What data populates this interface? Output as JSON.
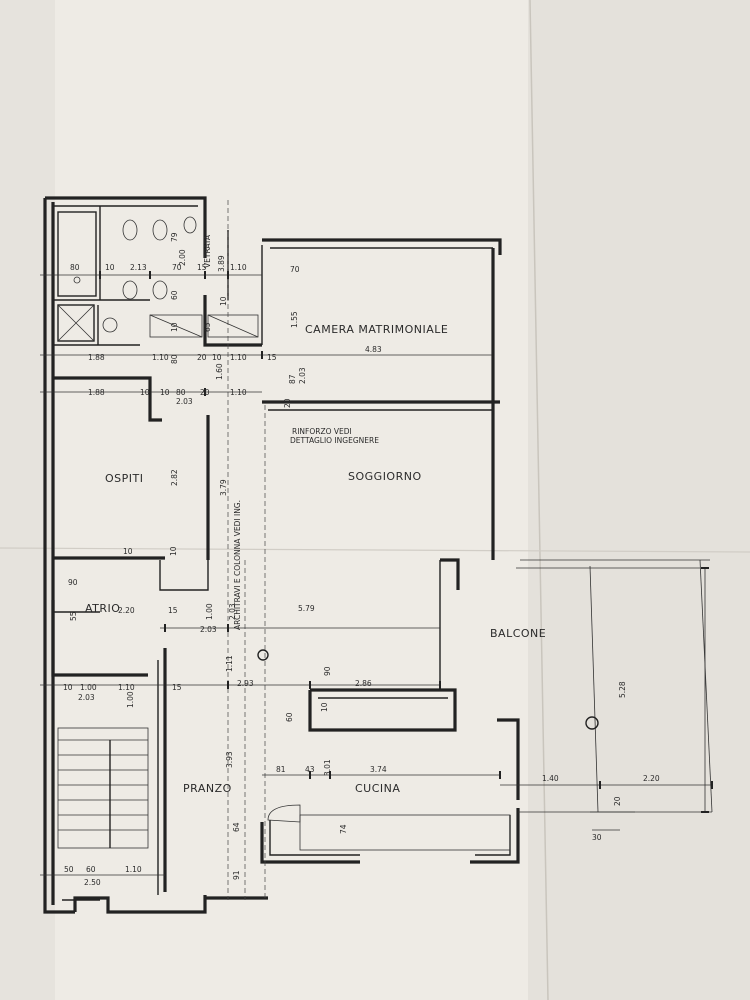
{
  "rooms": {
    "camera": "CAMERA MATRIMONIALE",
    "soggiorno": "SOGGIORNO",
    "ospiti": "OSPITI",
    "atrio": "ATRIO",
    "balcone": "BALCONE",
    "pranzo": "PRANZO",
    "cucina": "CUCINA"
  },
  "notes": {
    "vetrata": "VETRATA",
    "rinforzo_1": "RINFORZO VEDI",
    "rinforzo_2": "DETTAGLIO INGEGNERE",
    "architravi": "ARCHITRAVI E COLONNA VEDI ING."
  },
  "dimensions": {
    "d_80": "80",
    "d_10a": "10",
    "d_213": "2.13",
    "d_70a": "70",
    "d_15a": "15",
    "d_110a": "1.10",
    "d_70b": "70",
    "d_79": "79",
    "d_200": "2.00",
    "d_60a": "60",
    "d_389": "3.89",
    "d_10b": "10",
    "d_155": "1.55",
    "d_483": "4.83",
    "d_15b": "15",
    "d_65": "65",
    "d_10c": "10",
    "d_188a": "1.88",
    "d_80b": "80",
    "d_20a": "20",
    "d_10d": "10",
    "d_110b": "1.10",
    "d_110c": "1.10",
    "d_160": "1.60",
    "d_87": "87",
    "d_203a": "2.03",
    "d_20b": "20",
    "d_188b": "1.88",
    "d_10e": "10",
    "d_80c": "80",
    "d_20c": "20",
    "d_10f": "10",
    "d_110d": "1.10",
    "d_203b": "2.03",
    "d_282": "2.82",
    "d_379": "3.79",
    "d_10g": "10",
    "d_10h": "10",
    "d_90a": "90",
    "d_55": "55",
    "d_220a": "2.20",
    "d_15c": "15",
    "d_100a": "1.00",
    "d_203c": "2.03",
    "d_579": "5.79",
    "d_203d": "2.03",
    "d_111": "1.11",
    "d_90b": "90",
    "d_10i": "10",
    "d_100b": "1.00",
    "d_110e": "1.10",
    "d_15d": "15",
    "d_293": "2.93",
    "d_286": "2.86",
    "d_203e": "2.03",
    "d_100c": "1.00",
    "d_60b": "60",
    "d_10j": "10",
    "d_393": "3.93",
    "d_81": "81",
    "d_43": "43",
    "d_301": "3.01",
    "d_374": "3.74",
    "d_140": "1.40",
    "d_220b": "2.20",
    "d_528": "5.28",
    "d_20d": "20",
    "d_30": "30",
    "d_64": "64",
    "d_74": "74",
    "d_91": "91",
    "d_50": "50",
    "d_60c": "60",
    "d_110f": "1.10",
    "d_250": "2.50"
  }
}
